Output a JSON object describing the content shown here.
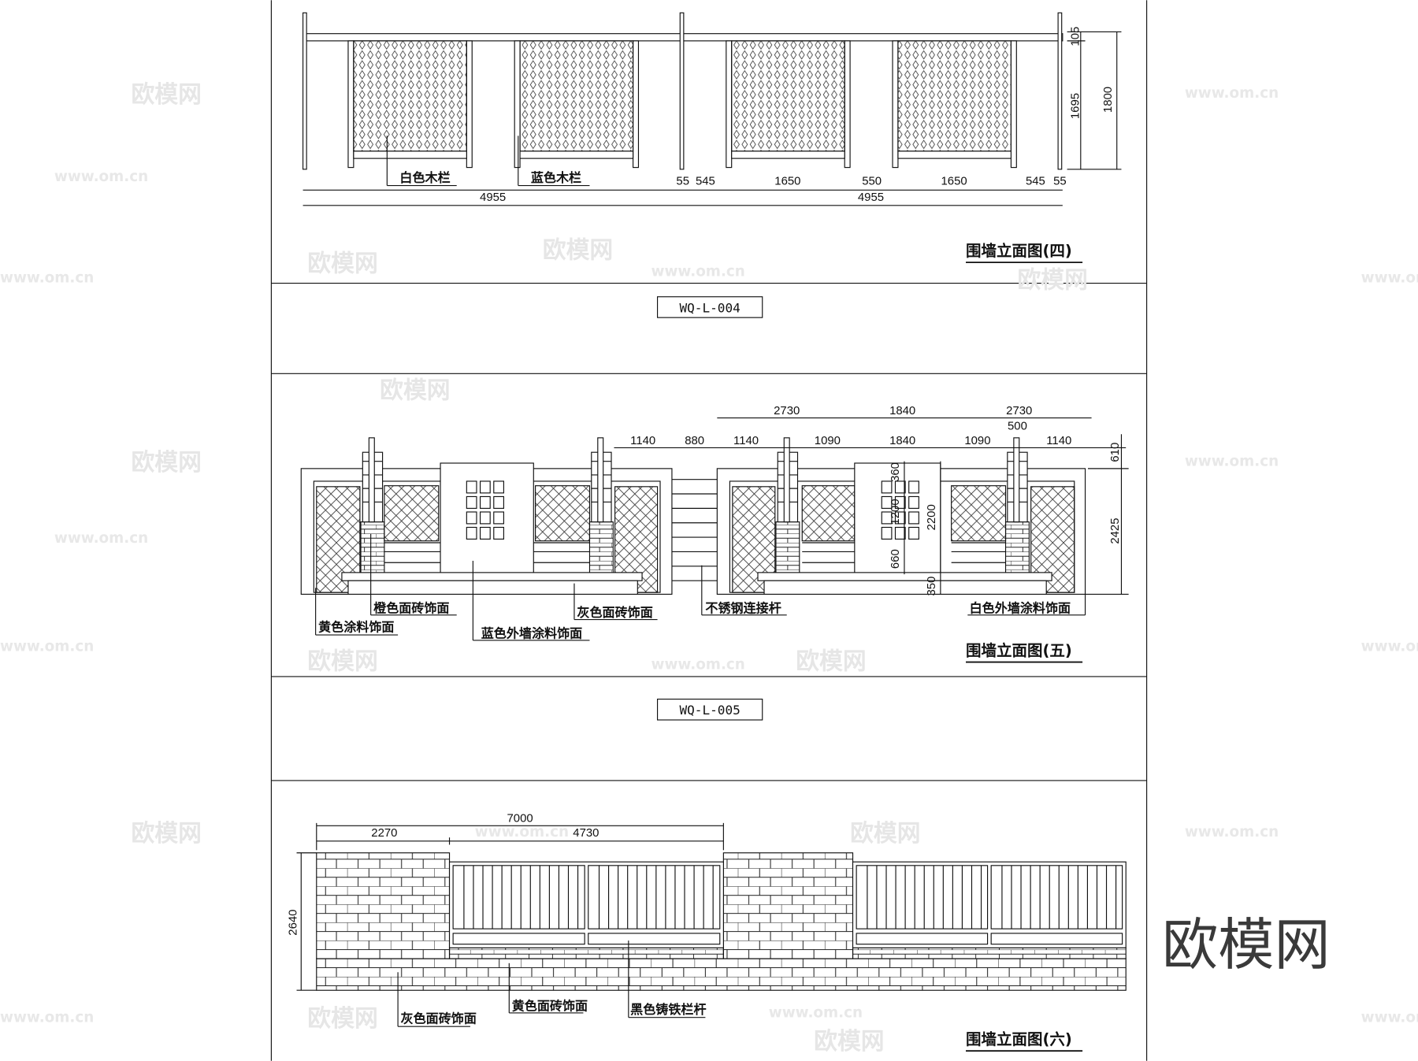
{
  "drawing": {
    "sheet_codes": [
      "WQ-L-004",
      "WQ-L-005"
    ],
    "elevation_4": {
      "title": "围墙立面图(四)",
      "labels": [
        "白色木栏",
        "蓝色木栏"
      ],
      "dims": [
        "55",
        "545",
        "1650",
        "550",
        "1650",
        "545",
        "55",
        "4955",
        "4955",
        "105",
        "1695",
        "1800"
      ]
    },
    "elevation_5": {
      "title": "围墙立面图(五)",
      "labels": [
        "橙色面砖饰面",
        "黄色涂料饰面",
        "蓝色外墙涂料饰面",
        "灰色面砖饰面",
        "不锈钢连接杆",
        "白色外墙涂料饰面"
      ],
      "dims": [
        "2730",
        "1840",
        "2730",
        "500",
        "1140",
        "880",
        "1140",
        "1090",
        "1840",
        "1090",
        "1140",
        "610",
        "2425",
        "360",
        "1200",
        "2200",
        "660",
        "350"
      ]
    },
    "elevation_6": {
      "title": "围墙立面图(六)",
      "labels": [
        "灰色面砖饰面",
        "黄色面砖饰面",
        "黑色铸铁栏杆"
      ],
      "dims": [
        "7000",
        "2270",
        "4730",
        "2640"
      ]
    },
    "watermark": {
      "logo": "欧模网",
      "url": "www.om.cn"
    }
  }
}
